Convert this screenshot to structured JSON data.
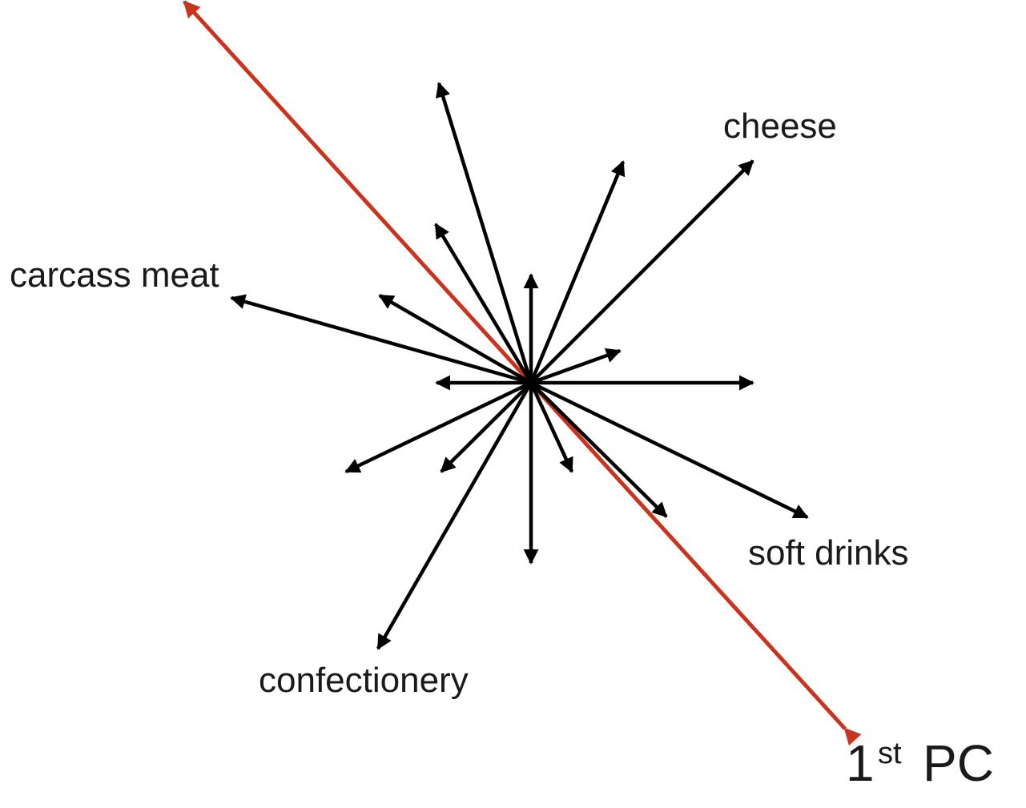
{
  "diagram": {
    "labels": {
      "cheese": "cheese",
      "carcass_meat": "carcass meat",
      "soft_drinks": "soft drinks",
      "confectionery": "confectionery",
      "pc_number": "1",
      "pc_superscript": "st",
      "pc_text": "PC"
    },
    "colors": {
      "vector": "#000000",
      "principal_component": "#c8341e",
      "text": "#1a1a1a"
    }
  }
}
